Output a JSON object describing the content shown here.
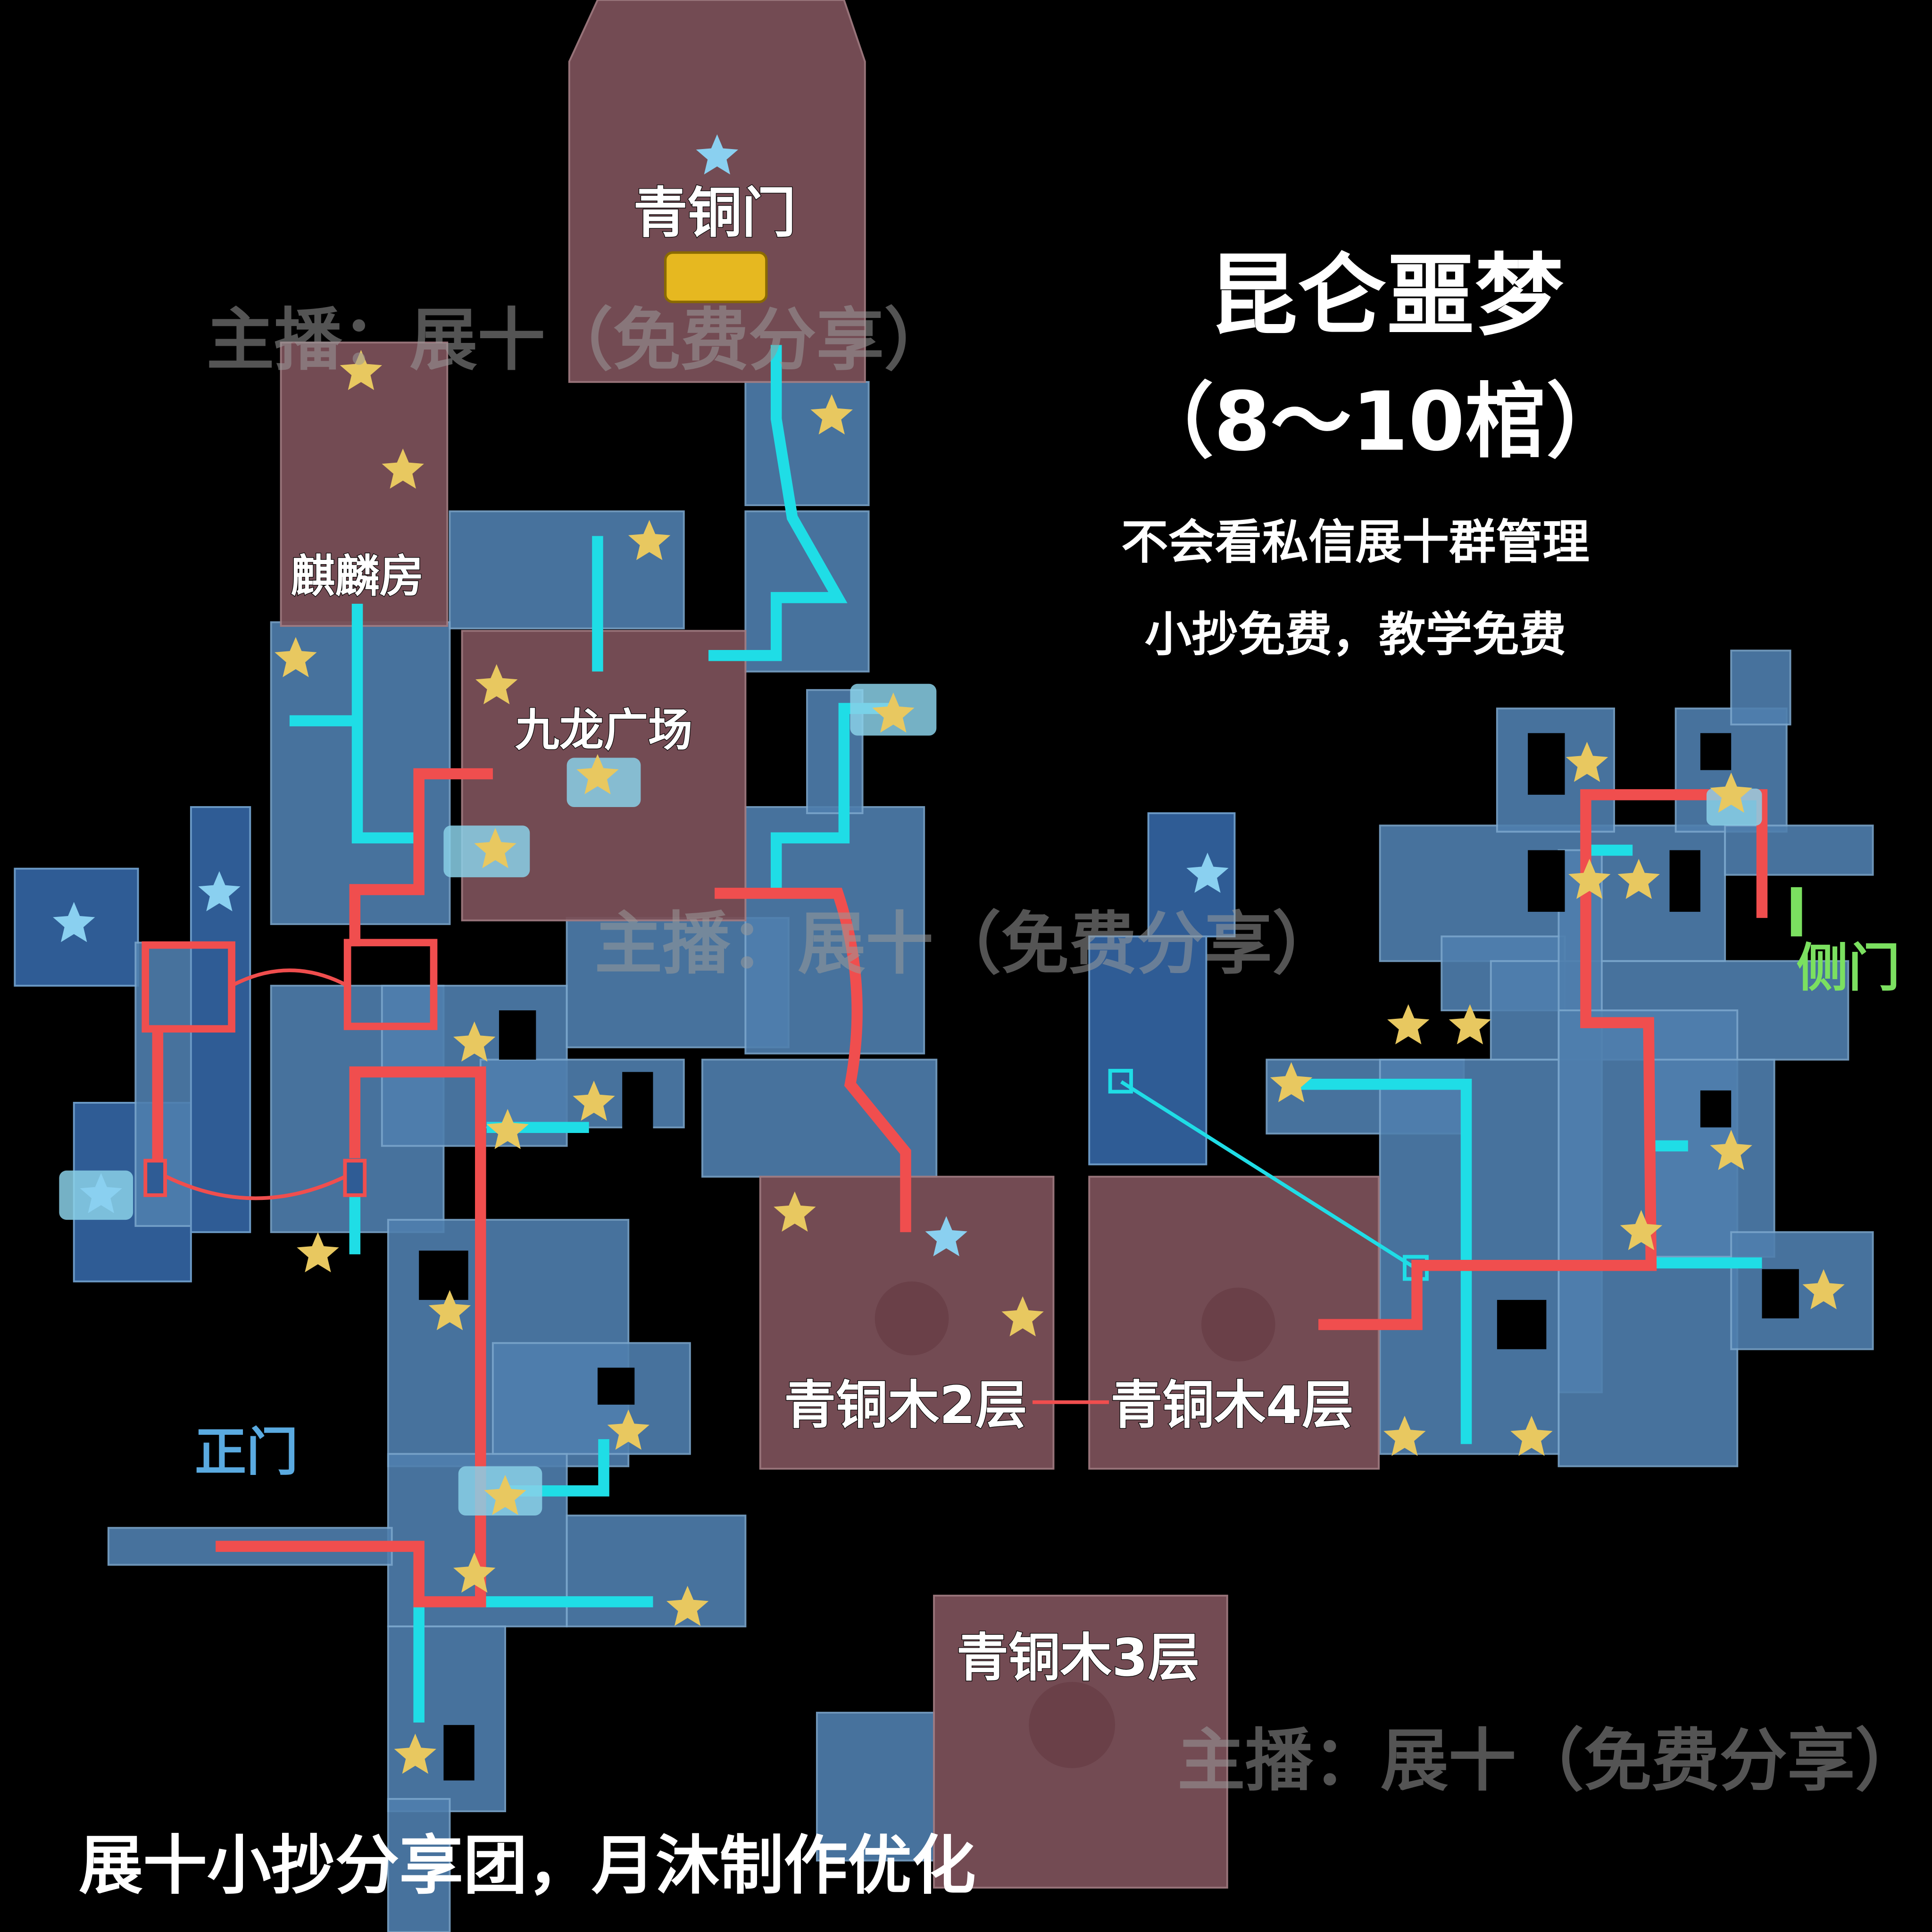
{
  "map": {
    "title": "昆仑噩梦",
    "subtitle": "（8～10棺）",
    "note_1": "不会看私信展十群管理",
    "note_2": "小抄免费，教学免费",
    "footer": "展十小抄分享团，月沐制作优化",
    "watermark": "主播：展十（免费分享）",
    "areas": {
      "bronze_gate": "青铜门",
      "qilin_room": "麒麟房",
      "nine_dragon_square": "九龙广场",
      "side_gate": "侧门",
      "main_gate": "正门",
      "bronze_wood_2f": "青铜木2层",
      "bronze_wood_4f": "青铜木4层",
      "bronze_wood_3f": "青铜木3层"
    }
  },
  "colors": {
    "route_cyan": "#1fdde6",
    "route_red": "#f04e4e",
    "side_gate": "#7be060",
    "main_gate": "#5aaae0",
    "star_gold": "#e8c860",
    "star_blue": "#8ad0f0"
  }
}
